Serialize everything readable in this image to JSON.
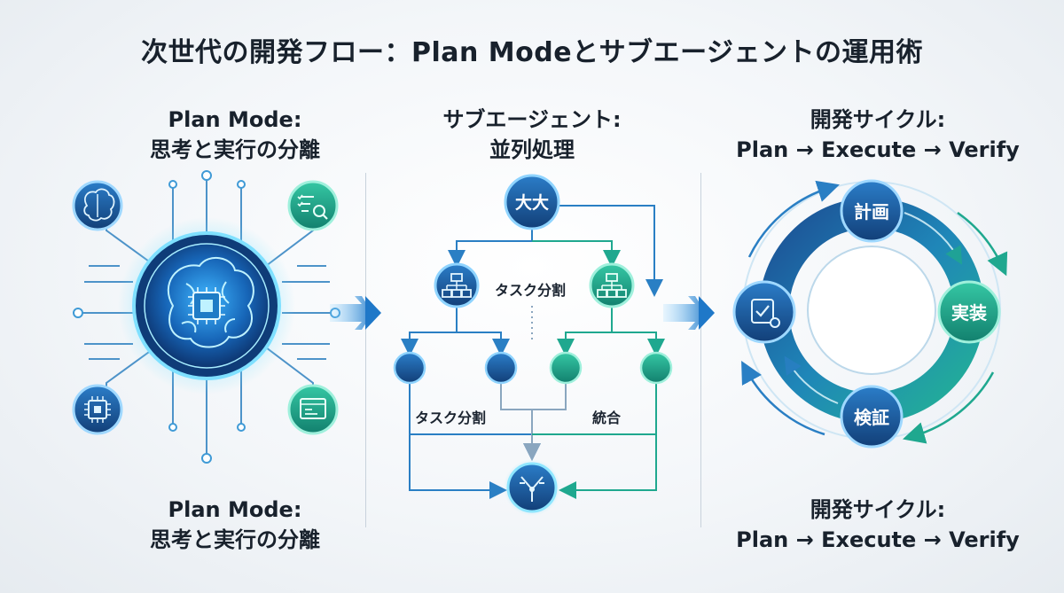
{
  "title": "次世代の開発フロー：Plan Modeとサブエージェントの運用術",
  "left_panel": {
    "heading_top": [
      "Plan Mode:",
      "思考と実行の分離"
    ],
    "heading_bottom": [
      "Plan Mode:",
      "思考と実行の分離"
    ],
    "icons": [
      "brain-icon",
      "checklist-search-icon",
      "chip-icon",
      "terminal-window-icon",
      "brain-chip-icon"
    ]
  },
  "middle_panel": {
    "heading": [
      "サブエージェント:",
      "並列処理"
    ],
    "root_label": "大大",
    "label_split_top": "タスク分割",
    "label_split_bottom": "タスク分割",
    "label_merge": "統合",
    "icons": [
      "hierarchy-icon",
      "merge-icon"
    ]
  },
  "right_panel": {
    "heading_top": [
      "開発サイクル:",
      "Plan → Execute → Verify"
    ],
    "heading_bottom": [
      "開発サイクル:",
      "Plan → Execute → Verify"
    ],
    "step_plan": "計画",
    "step_execute": "実装",
    "step_verify": "検証",
    "icons": [
      "check-review-icon"
    ]
  },
  "colors": {
    "navy": "#163f7a",
    "blue": "#1e6fb8",
    "teal": "#1fa88f",
    "cyan_glow": "#5fd8ff"
  }
}
